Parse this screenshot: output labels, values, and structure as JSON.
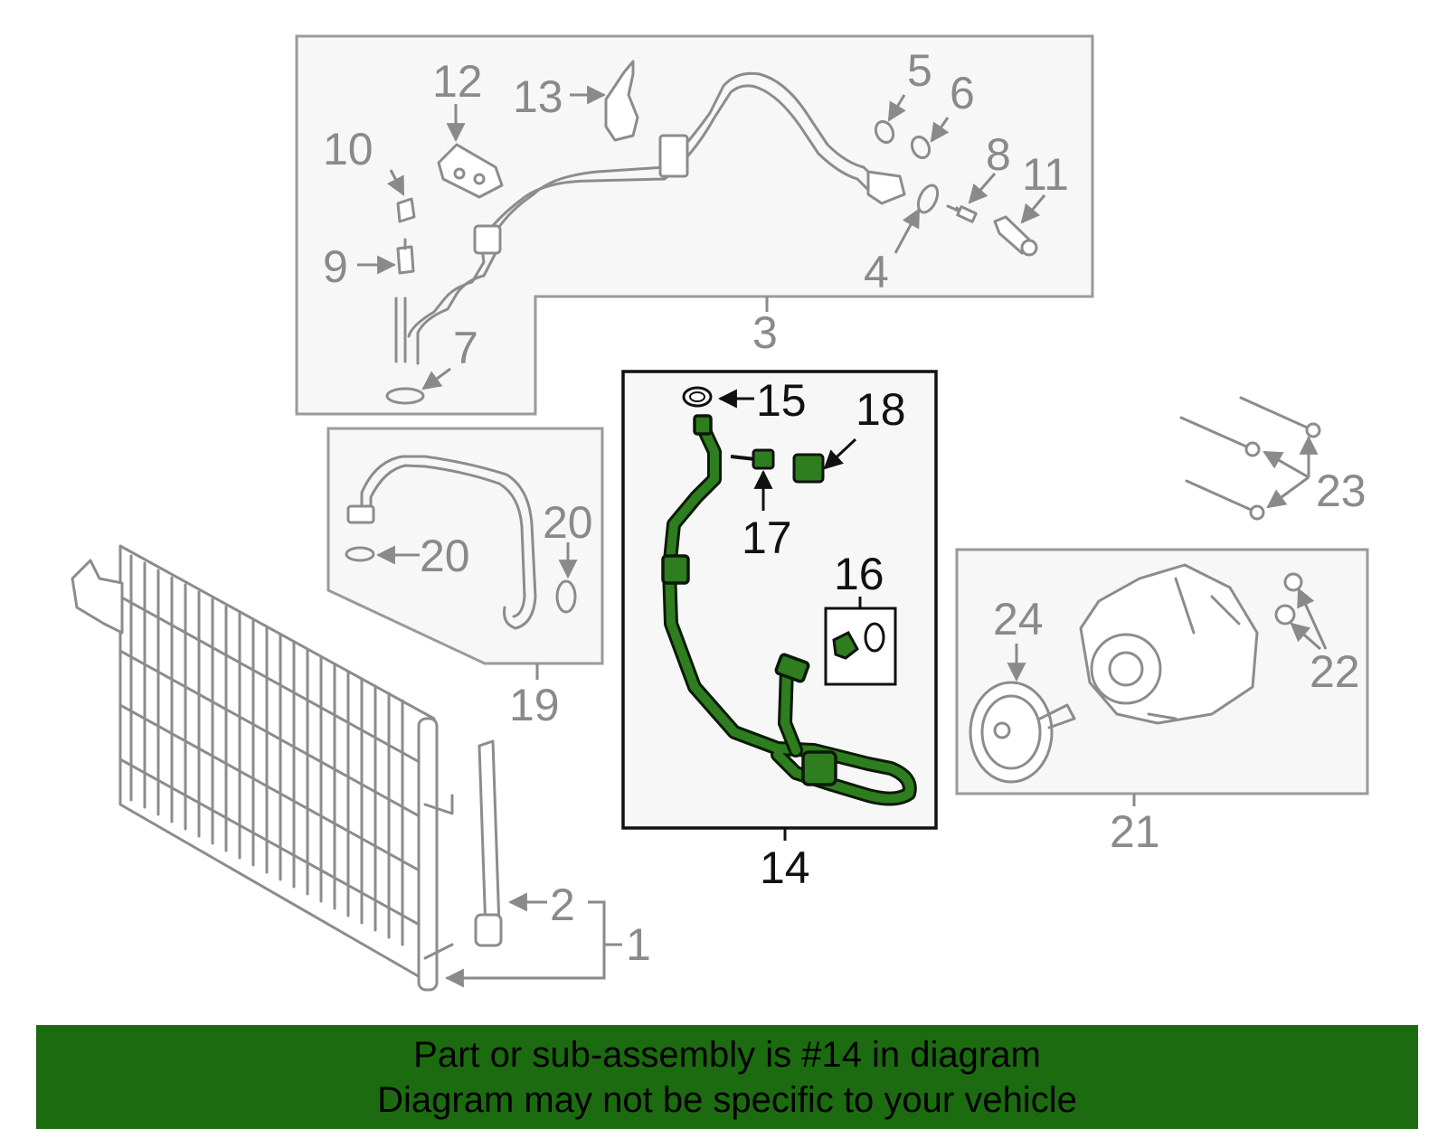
{
  "callouts": {
    "c1": "1",
    "c2": "2",
    "c3": "3",
    "c4": "4",
    "c5": "5",
    "c6": "6",
    "c7": "7",
    "c8": "8",
    "c9": "9",
    "c10": "10",
    "c11": "11",
    "c12": "12",
    "c13": "13",
    "c14": "14",
    "c15": "15",
    "c16": "16",
    "c17": "17",
    "c18": "18",
    "c19": "19",
    "c20a": "20",
    "c20b": "20",
    "c21": "21",
    "c22": "22",
    "c23": "23",
    "c24": "24"
  },
  "highlighted_part": "14",
  "colors": {
    "highlight": "#2e7d1f",
    "banner": "#1c6b10",
    "callout_grey": "#8a8a8a",
    "callout_dark": "#111111"
  },
  "banner": {
    "line1": "Part or sub-assembly is #14 in diagram",
    "line2": "Diagram may not be specific to your vehicle"
  }
}
